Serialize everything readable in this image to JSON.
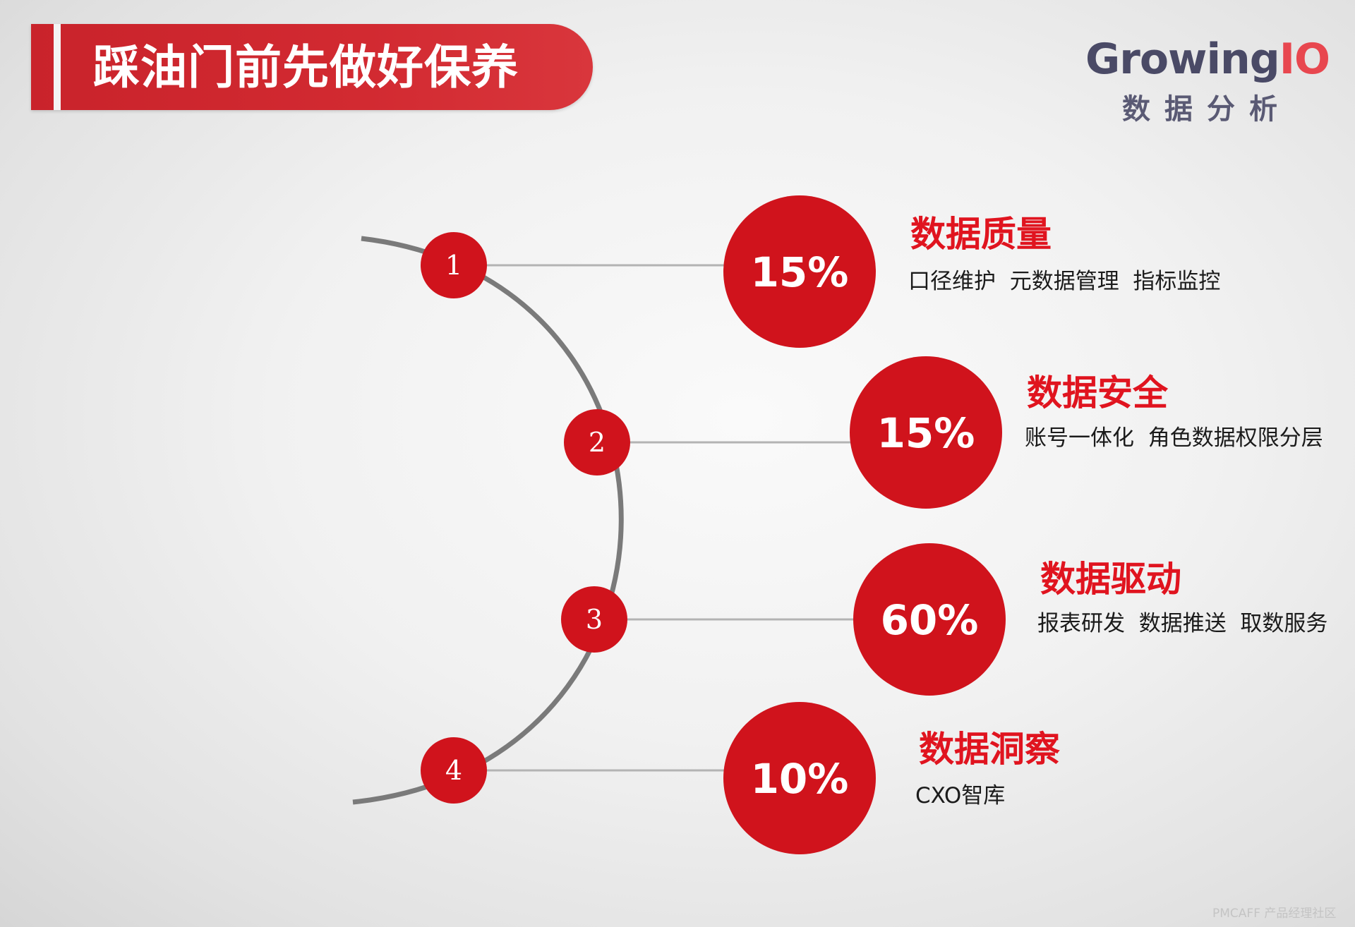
{
  "slide": {
    "title": "踩油门前先做好保养"
  },
  "brand": {
    "name_main": "Growing",
    "name_accent": "IO",
    "subtitle": "数据分析",
    "colors": {
      "primary": "#4a4a66",
      "accent": "#e8474f"
    }
  },
  "colors": {
    "red": "#d0131c",
    "arc": "#7a7a7a",
    "connector": "#b3b3b3"
  },
  "steps": [
    {
      "number": "1",
      "percent": "15%",
      "value": 15,
      "title": "数据质量",
      "description": "口径维护  元数据管理  指标监控"
    },
    {
      "number": "2",
      "percent": "15%",
      "value": 15,
      "title": "数据安全",
      "description": "账号一体化  角色数据权限分层"
    },
    {
      "number": "3",
      "percent": "60%",
      "value": 60,
      "title": "数据驱动",
      "description": "报表研发  数据推送  取数服务"
    },
    {
      "number": "4",
      "percent": "10%",
      "value": 10,
      "title": "数据洞察",
      "description": "CXO智库"
    }
  ],
  "watermark": "PMCAFF 产品经理社区"
}
